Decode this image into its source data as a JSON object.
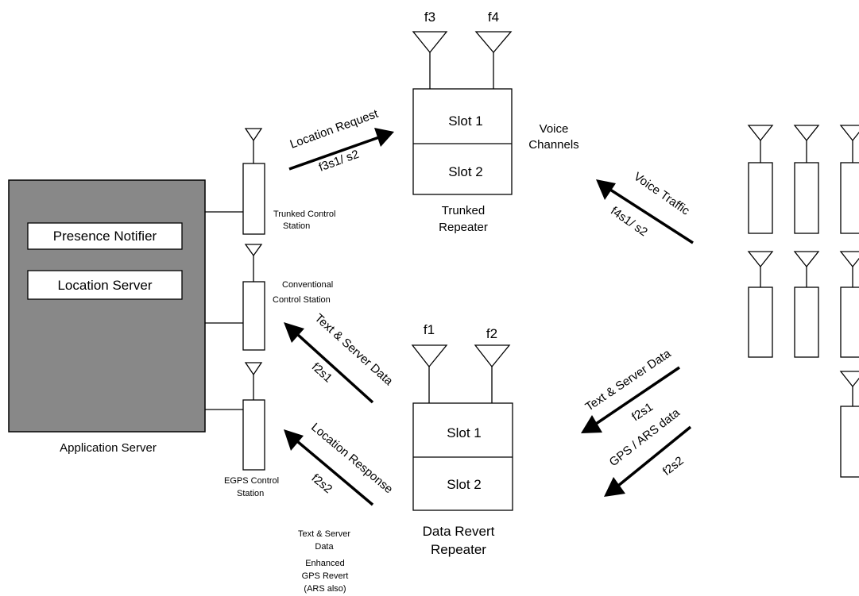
{
  "server": {
    "caption": "Application Server",
    "modules": [
      "Presence Notifier",
      "Location Server"
    ],
    "fill": "#888888"
  },
  "control_stations": [
    [
      "Trunked Control",
      "Station"
    ],
    [
      "Conventional",
      "Control Station"
    ],
    [
      "EGPS Control",
      "Station"
    ]
  ],
  "trunked_repeater": {
    "antennas": [
      "f3",
      "f4"
    ],
    "slots": [
      "Slot 1",
      "Slot 2"
    ],
    "caption": [
      "Trunked",
      "Repeater"
    ],
    "channel_label": [
      "Voice",
      "Channels"
    ]
  },
  "data_repeater": {
    "antennas": [
      "f1",
      "f2"
    ],
    "slots": [
      "Slot 1",
      "Slot 2"
    ],
    "caption": [
      "Data Revert",
      "Repeater"
    ]
  },
  "arrows": {
    "location_request": {
      "label": "Location Request",
      "sub": "f3s1/ s2"
    },
    "text_server_left": {
      "label": "Text & Server Data",
      "sub": "f2s1"
    },
    "location_response": {
      "label": "Location Response",
      "sub": "f2s2"
    },
    "voice_traffic": {
      "label": "Voice Traffic",
      "sub": "f4s1/ s2"
    },
    "text_server_right": {
      "label": "Text & Server Data",
      "sub": "f2s1"
    },
    "gps_ars": {
      "label": "GPS / ARS data",
      "sub": "f2s2"
    }
  },
  "notes": {
    "note1": [
      "Text & Server",
      "Data"
    ],
    "note2": [
      "Enhanced",
      "GPS Revert",
      "(ARS also)"
    ]
  }
}
